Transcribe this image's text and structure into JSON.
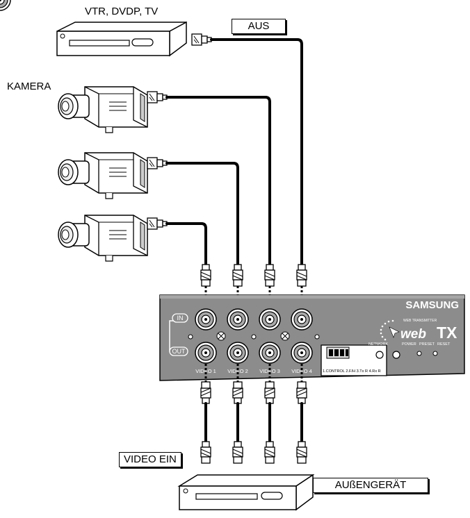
{
  "labels": {
    "vtr_devices": "VTR, DVDP, TV",
    "camera": "KAMERA",
    "aus": "AUS",
    "video_ein": "VIDEO EIN",
    "aussengeraet": "AUßENGERÄT"
  },
  "panel": {
    "brand": "SAMSUNG",
    "product_small": "WEB TRANSMITTER",
    "product_logo_web": "web",
    "product_logo_tx": "TX",
    "in_label": "IN",
    "out_label": "OUT",
    "video_labels": [
      "VIDEO 1",
      "VIDEO 2",
      "VIDEO 3",
      "VIDEO 4"
    ],
    "indicator_labels": [
      "NETWORK",
      "POWER",
      "PRESET",
      "RESET"
    ],
    "terminal_caption": "1.CONTROL 2.F/H 3.Tx R 4.Rx R"
  },
  "colors": {
    "panel": "#8c8c8c",
    "panel_text": "#ffffff",
    "cable": "#000000"
  }
}
